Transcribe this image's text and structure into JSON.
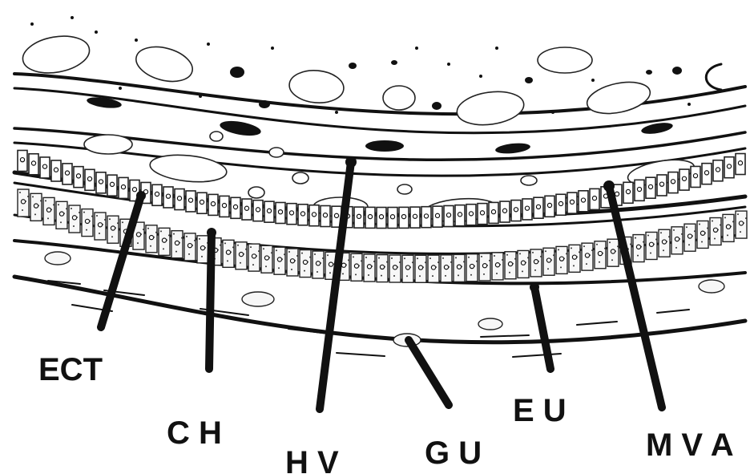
{
  "labels": {
    "ect": "ECT",
    "ch": "C H",
    "hv": "H V",
    "gu": "G U",
    "eu": "E U",
    "mva": "M V A"
  }
}
